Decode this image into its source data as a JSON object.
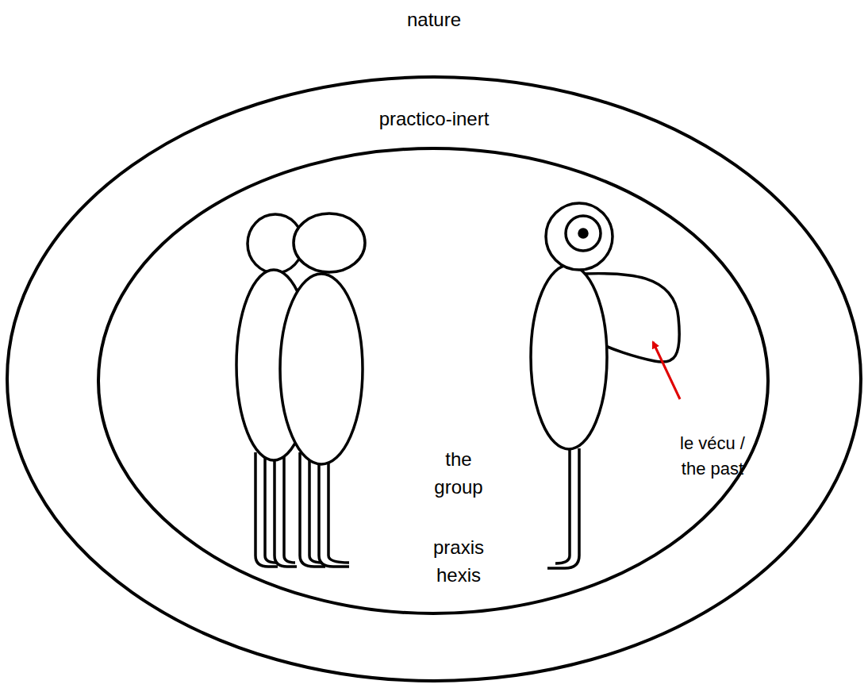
{
  "diagram": {
    "nodes": [
      {
        "text": [
          "practico-inert"
        ]
      },
      {
        "text": [
          "the group",
          "praxis hexis"
        ],
        "in": 0
      }
    ],
    "labels": [
      "nature",
      "le vécu / the past"
    ]
  }
}
